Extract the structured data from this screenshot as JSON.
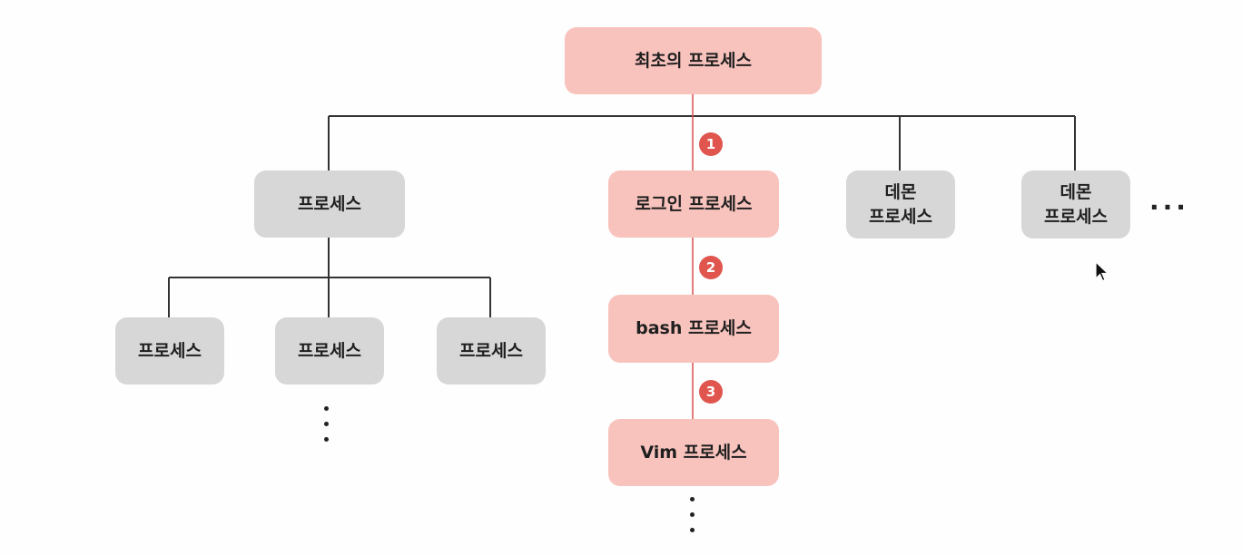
{
  "root": {
    "label": "최초의 프로세스"
  },
  "children": [
    {
      "label": "프로세스"
    },
    {
      "label": "로그인 프로세스"
    },
    {
      "lines": [
        "데몬",
        "프로세스"
      ]
    },
    {
      "lines": [
        "데몬",
        "프로세스"
      ]
    }
  ],
  "grandchildren": [
    {
      "label": "프로세스"
    },
    {
      "label": "프로세스"
    },
    {
      "label": "프로세스"
    }
  ],
  "chain": [
    {
      "label": "bash 프로세스"
    },
    {
      "label": "Vim 프로세스"
    }
  ],
  "steps": [
    "1",
    "2",
    "3"
  ],
  "more_indicator": "...",
  "colors": {
    "highlight_node": "#f9c3bd",
    "normal_node": "#d7d7d7",
    "step_badge": "#e0554e",
    "tree_line": "#333333",
    "chain_line": "#d9534f"
  }
}
